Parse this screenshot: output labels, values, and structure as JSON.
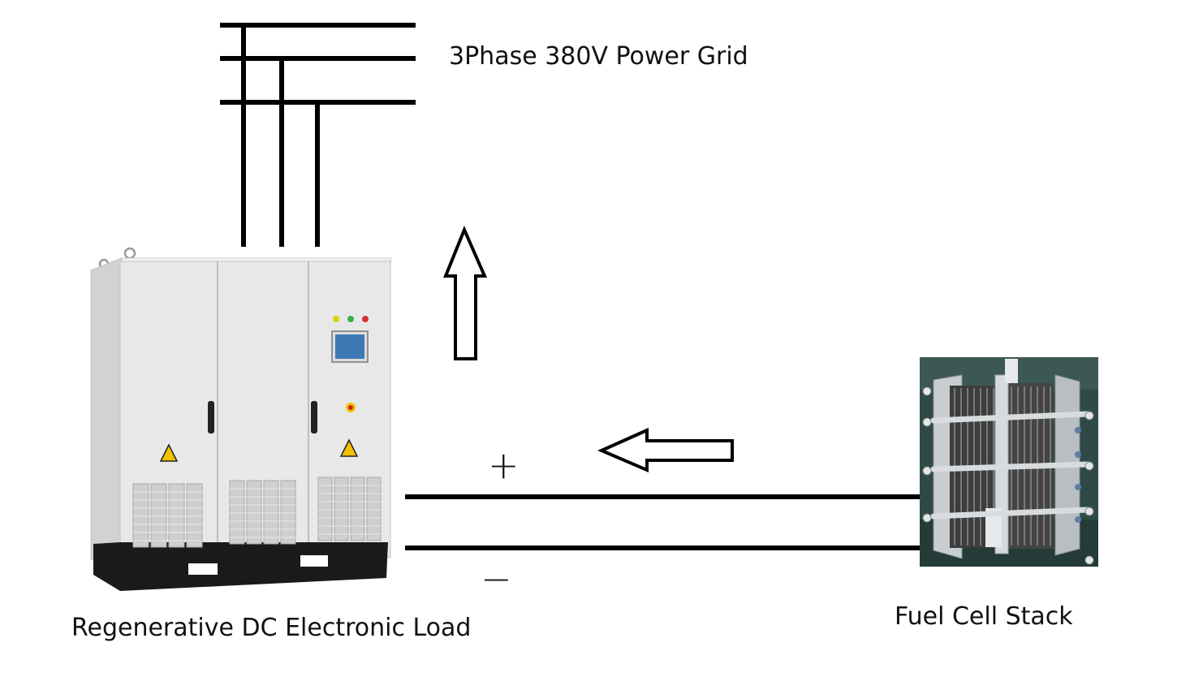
{
  "labels": {
    "grid": "3Phase 380V Power Grid",
    "load": "Regenerative DC Electronic Load",
    "stack": "Fuel Cell Stack"
  },
  "terminals": {
    "positive": "+",
    "negative": "−"
  },
  "icons": {
    "grid": "three-phase-bus-lines",
    "load": "electrical-cabinet-icon",
    "stack": "fuel-cell-stack-icon",
    "warning": "warning-triangle-icon"
  },
  "colors": {
    "line": "#000000",
    "cabinet": "#e6e6e6",
    "cabinet_shadow": "#c9c9c9",
    "base": "#1a1a1a",
    "screen": "#3f79b5",
    "warning": "#f2c200",
    "stack_bg": "#2f4a46"
  }
}
